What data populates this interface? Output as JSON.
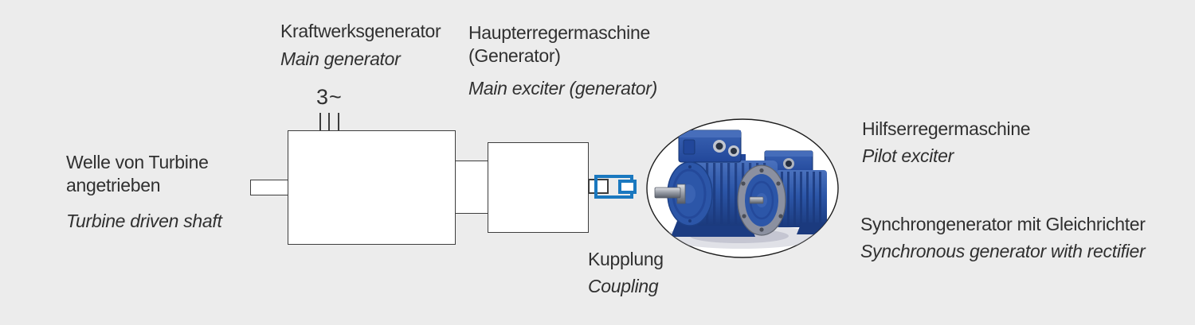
{
  "page": {
    "bg_color": "#ececec",
    "text_color": "#303030",
    "line_color": "#3d3d3d",
    "accent_blue": "#1a78bf",
    "motor_blue": "#2c56a8"
  },
  "labels": {
    "main_generator": {
      "de": "Kraftwerksgenerator",
      "en": "Main generator"
    },
    "main_exciter": {
      "de": "Haupterregermaschine (Generator)",
      "en": "Main exciter (generator)"
    },
    "turbine_shaft": {
      "de": "Welle von Turbine angetrieben",
      "en": "Turbine driven shaft"
    },
    "coupling": {
      "de": "Kupplung",
      "en": "Coupling"
    },
    "pilot_exciter": {
      "de": "Hilfserregermaschine",
      "en": "Pilot exciter"
    },
    "sync_generator": {
      "de": "Synchrongenerator mit Gleichrichter",
      "en": "Synchronous generator with rectifier"
    },
    "phase_symbol": "3~"
  },
  "photo": {
    "subject": "two blue electric motors",
    "shape": "ellipse"
  }
}
